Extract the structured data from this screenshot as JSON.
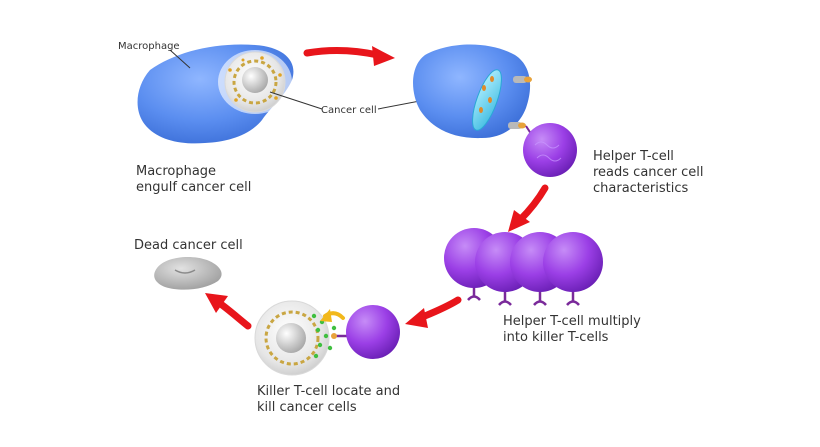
{
  "labels": {
    "macrophage": "Macrophage",
    "cancer_cell": "Cancer cell",
    "step1_line1": "Macrophage",
    "step1_line2": "engulf cancer cell",
    "step2_line1": "Helper T-cell",
    "step2_line2": "reads cancer cell",
    "step2_line3": "characteristics",
    "step3_line1": "Helper T-cell multiply",
    "step3_line2": "into killer T-cells",
    "step4_line1": "Killer T-cell locate and",
    "step4_line2": "kill cancer cells",
    "dead_cell": "Dead cancer cell"
  },
  "colors": {
    "macrophage_blue": "#5b8ef0",
    "tcell_purple": "#9b3fe6",
    "arrow_red": "#e8151b",
    "arrow_yellow": "#f2b81c",
    "dead_cell_gray": "#b8b8b8",
    "leader_line": "#333333"
  }
}
